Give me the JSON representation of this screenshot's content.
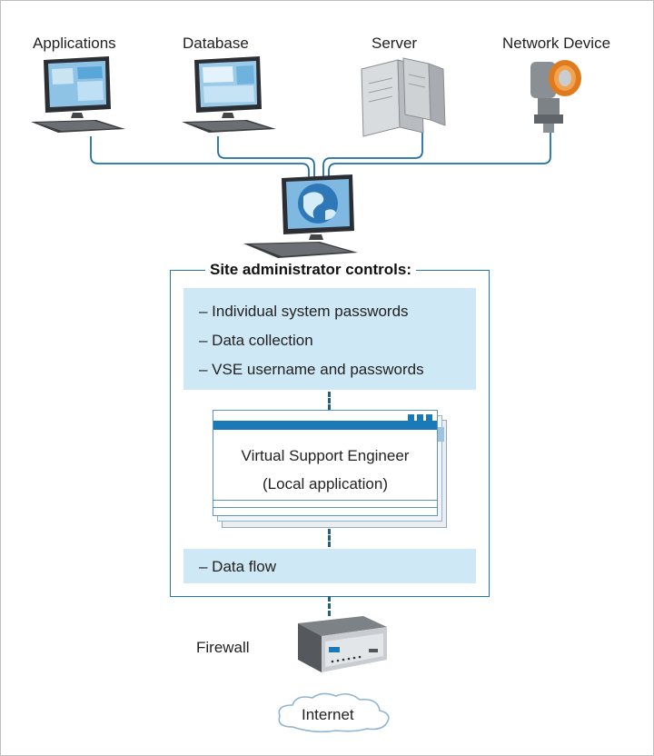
{
  "top_devices": {
    "applications_label": "Applications",
    "database_label": "Database",
    "server_label": "Server",
    "network_device_label": "Network Device"
  },
  "admin": {
    "title": "Site administrator controls:",
    "items": [
      "– Individual system passwords",
      "– Data collection",
      "– VSE username and passwords"
    ],
    "data_flow": "– Data flow"
  },
  "window": {
    "line1": "Virtual Support Engineer",
    "line2": "(Local application)"
  },
  "firewall_label": "Firewall",
  "internet_label": "Internet",
  "colors": {
    "accent": "#1a7ab8",
    "panel": "#cfe8f5",
    "dash": "#1f5f8a",
    "connector": "#1f6fa6"
  },
  "icons": [
    "computer-icon",
    "server-icon",
    "network-device-icon",
    "globe-computer-icon",
    "firewall-icon",
    "cloud-icon"
  ]
}
